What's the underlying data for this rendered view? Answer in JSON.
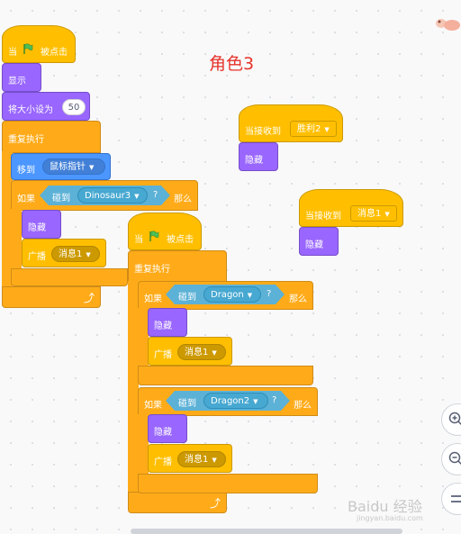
{
  "sprite_title": "角色3",
  "colors": {
    "events": "#ffbf00",
    "control": "#ffab19",
    "looks": "#9966ff",
    "motion": "#4c97ff",
    "sensing": "#5cb1d6",
    "title_red": "#e6332a"
  },
  "script1": {
    "when_flag": "当",
    "when_flag_suffix": "被点击",
    "show": "显示",
    "set_size": "将大小设为",
    "size_value": "50",
    "forever": "重复执行",
    "goto": "移到",
    "goto_target": "鼠标指针",
    "if": "如果",
    "touching": "碰到",
    "touching_target": "Dinosaur3",
    "question": "?",
    "then": "那么",
    "hide": "隐藏",
    "broadcast": "广播",
    "broadcast_msg": "消息1"
  },
  "script2": {
    "when_flag": "当",
    "when_flag_suffix": "被点击",
    "forever": "重复执行",
    "if1": "如果",
    "touching1": "碰到",
    "target1": "Dragon",
    "question1": "?",
    "then1": "那么",
    "hide1": "隐藏",
    "broadcast1": "广播",
    "msg1": "消息1",
    "if2": "如果",
    "touching2": "碰到",
    "target2": "Dragon2",
    "question2": "?",
    "then2": "那么",
    "hide2": "隐藏",
    "broadcast2": "广播",
    "msg2": "消息1"
  },
  "script3": {
    "when_receive": "当接收到",
    "message": "胜利2",
    "hide": "隐藏"
  },
  "script4": {
    "when_receive": "当接收到",
    "message": "消息1",
    "hide": "隐藏"
  },
  "zoom": {
    "zoom_in_icon": "zoom-in",
    "zoom_out_icon": "zoom-out",
    "reset_icon": "zoom-reset"
  },
  "watermark": {
    "text": "Baidu 经验",
    "sub": "jingyan.baidu.com"
  }
}
